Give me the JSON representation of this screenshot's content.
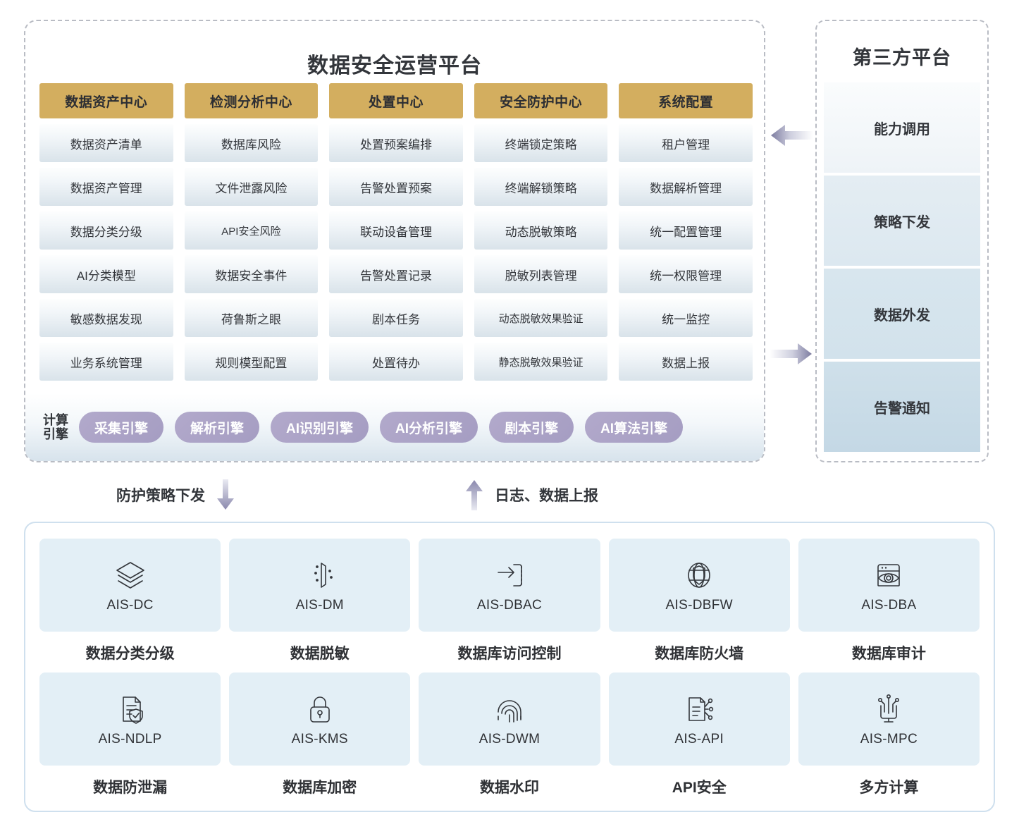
{
  "platform": {
    "title": "数据安全运营平台",
    "columns": [
      {
        "header": "数据资产中心",
        "items": [
          "数据资产清单",
          "数据资产管理",
          "数据分类分级",
          "AI分类模型",
          "敏感数据发现",
          "业务系统管理"
        ]
      },
      {
        "header": "检测分析中心",
        "items": [
          "数据库风险",
          "文件泄露风险",
          "API安全风险",
          "数据安全事件",
          "荷鲁斯之眼",
          "规则模型配置"
        ]
      },
      {
        "header": "处置中心",
        "items": [
          "处置预案编排",
          "告警处置预案",
          "联动设备管理",
          "告警处置记录",
          "剧本任务",
          "处置待办"
        ]
      },
      {
        "header": "安全防护中心",
        "items": [
          "终端锁定策略",
          "终端解锁策略",
          "动态脱敏策略",
          "脱敏列表管理",
          "动态脱敏效果验证",
          "静态脱敏效果验证"
        ]
      },
      {
        "header": "系统配置",
        "items": [
          "租户管理",
          "数据解析管理",
          "统一配置管理",
          "统一权限管理",
          "统一监控",
          "数据上报"
        ]
      }
    ],
    "engine_label": "计算引擎",
    "engines": [
      "采集引擎",
      "解析引擎",
      "AI识别引擎",
      "AI分析引擎",
      "剧本引擎",
      "AI算法引擎"
    ]
  },
  "third_party": {
    "title": "第三方平台",
    "items": [
      "能力调用",
      "策略下发",
      "数据外发",
      "告警通知"
    ]
  },
  "flows": {
    "down_label": "防护策略下发",
    "up_label": "日志、数据上报"
  },
  "products": [
    {
      "code": "AIS-DC",
      "name": "数据分类分级",
      "icon": "layers-icon"
    },
    {
      "code": "AIS-DM",
      "name": "数据脱敏",
      "icon": "data-mask-icon"
    },
    {
      "code": "AIS-DBAC",
      "name": "数据库访问控制",
      "icon": "access-door-icon"
    },
    {
      "code": "AIS-DBFW",
      "name": "数据库防火墙",
      "icon": "globe-shield-icon"
    },
    {
      "code": "AIS-DBA",
      "name": "数据库审计",
      "icon": "window-eye-icon"
    },
    {
      "code": "AIS-NDLP",
      "name": "数据防泄漏",
      "icon": "doc-shield-icon"
    },
    {
      "code": "AIS-KMS",
      "name": "数据库加密",
      "icon": "padlock-icon"
    },
    {
      "code": "AIS-DWM",
      "name": "数据水印",
      "icon": "fingerprint-icon"
    },
    {
      "code": "AIS-API",
      "name": "API安全",
      "icon": "doc-api-icon"
    },
    {
      "code": "AIS-MPC",
      "name": "多方计算",
      "icon": "monitor-nodes-icon"
    }
  ],
  "colors": {
    "header_gold": "#d3ae5f",
    "engine_purple": "#a59dc2",
    "card_blue": "#e3eff6",
    "border_dashed": "#b9bcc4",
    "border_solid": "#cfe0ee"
  }
}
